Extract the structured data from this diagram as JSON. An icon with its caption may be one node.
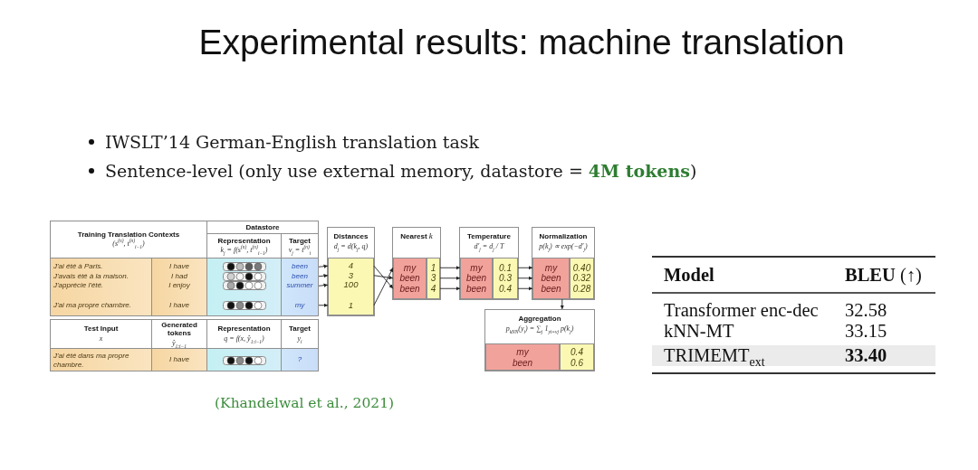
{
  "diagram": {
    "title": "Experimental results: machine translation",
    "nodes": [
      {
        "text": [
          "Training Translation Contexts",
          "(s$^{(n)}$, t$^{(n)}$$_{i−1}$)"
        ]
      },
      {
        "text": [
          "Datastore"
        ]
      },
      {
        "text": [
          "Representation",
          "k$_{j}$ = f(s$^{(n)}$, t$^{(n)}$$_{i−1}$)"
        ]
      },
      {
        "text": [
          "Target",
          "v$_{j}$ = t$^{(n)}$$_{i}$"
        ]
      },
      {
        "text": [
          "J'ai été à Paris.",
          "J'avais été à la maison.",
          "J'apprécie l'été.",
          "J'ai ma propre chambre."
        ]
      },
      {
        "text": [
          "I have",
          "I had",
          "I enjoy",
          "I have"
        ]
      },
      {
        "text": [],
        "shape": "box"
      },
      {
        "text": [
          "been",
          "been",
          "summer",
          "my"
        ]
      },
      {
        "text": [
          "Test Input",
          "x"
        ]
      },
      {
        "text": [
          "Generated tokens",
          "ŷ$_{1:i−1}$"
        ]
      },
      {
        "text": [
          "Representation",
          "q = f(x, ŷ$_{1:i−1}$)"
        ]
      },
      {
        "text": [
          "Target",
          "y$_{i}$"
        ]
      },
      {
        "text": [
          "J'ai été dans ma propre chambre."
        ]
      },
      {
        "text": [
          "I have"
        ]
      },
      {
        "text": [],
        "shape": "box"
      },
      {
        "text": [
          "?"
        ]
      },
      {
        "text": [
          "Distances",
          "d$_{j}$ = d(k$_{j}$, q)"
        ]
      },
      {
        "text": [
          "4",
          "3",
          "100",
          "1"
        ],
        "in": 16
      },
      {
        "text": [
          "Nearest *k*"
        ]
      },
      {
        "text": [
          "my",
          "been",
          "been"
        ],
        "in": 18
      },
      {
        "text": [
          "1",
          "3",
          "4"
        ],
        "in": 18
      },
      {
        "text": [
          "Temperature",
          "d′$_{j}$ = d$_{j}$ / T"
        ]
      },
      {
        "text": [
          "my",
          "been",
          "been"
        ],
        "in": 21
      },
      {
        "text": [
          "0.1",
          "0.3",
          "0.4"
        ],
        "in": 21
      },
      {
        "text": [
          "Normalization",
          "p(k$_{j}$) ∝ exp(−d′$_{j}$)"
        ]
      },
      {
        "text": [
          "my",
          "been",
          "been"
        ],
        "in": 24
      },
      {
        "text": [
          "0.40",
          "0.32",
          "0.28"
        ],
        "in": 24
      },
      {
        "text": [
          "Aggregation",
          "p$_{kNN}$(y$_{i}$) = ∑$_{j}$ 1$_{yi=vj}$ p(k$_{j}$)"
        ]
      },
      {
        "text": [
          "my",
          "been"
        ],
        "in": 27
      },
      {
        "text": [
          "0.4",
          "0.6"
        ],
        "in": 27
      }
    ],
    "edges": [
      {
        "from": 7,
        "to": 17,
        "arrow": "to"
      },
      {
        "from": 7,
        "to": 17,
        "arrow": "to"
      },
      {
        "from": 7,
        "to": 17,
        "arrow": "to"
      },
      {
        "from": 7,
        "to": 17,
        "arrow": "to"
      },
      {
        "from": 17,
        "to": 19,
        "arrow": "to"
      },
      {
        "from": 17,
        "to": 19,
        "arrow": "to"
      },
      {
        "from": 17,
        "to": 19,
        "arrow": "to"
      },
      {
        "from": 20,
        "to": 22,
        "arrow": "to"
      },
      {
        "from": 20,
        "to": 22,
        "arrow": "to"
      },
      {
        "from": 20,
        "to": 22,
        "arrow": "to"
      },
      {
        "from": 23,
        "to": 25,
        "arrow": "to"
      },
      {
        "from": 23,
        "to": 25,
        "arrow": "to"
      },
      {
        "from": 23,
        "to": 25,
        "arrow": "to"
      },
      {
        "from": 25,
        "to": 27,
        "arrow": "to"
      }
    ],
    "labels": [
      "IWSLT’14 German-English translation task",
      "Sentence-level (only use external memory, datastore = **4M tokens**)",
      "(Khandelwal et al., 2021)",
      "Model",
      "**BLEU** (↑)",
      "Transformer enc-dec",
      "32.58",
      "kNN-MT",
      "33.15",
      "TRIMEMT$_{ext}$",
      "33.40"
    ]
  }
}
